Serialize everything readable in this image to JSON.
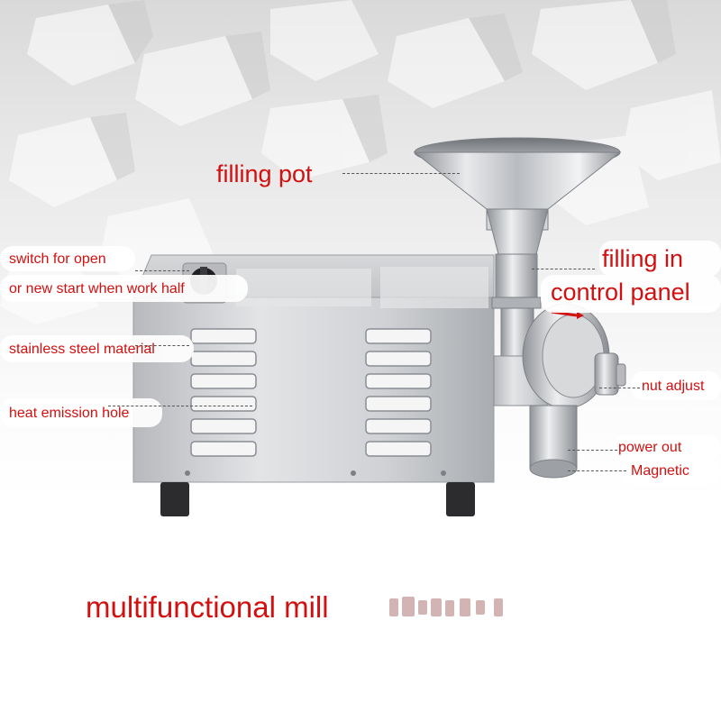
{
  "labels": {
    "filling_pot": "filling pot",
    "filling_in_line1": "filling in",
    "filling_in_line2": "control panel",
    "switch_line1": "switch for open",
    "switch_line2": "or new start when work half",
    "stainless": "stainless steel material",
    "heat": "heat emission hole",
    "nut": "nut adjust",
    "power": "power out",
    "magnetic": "Magnetic",
    "title": "multifunctional mill"
  },
  "colors": {
    "label_red": "#d30f0f",
    "steel": "#c9cbcf"
  }
}
